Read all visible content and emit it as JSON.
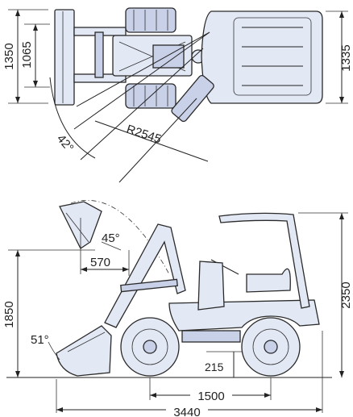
{
  "top_view": {
    "dim_bucket_width": "1350",
    "dim_tread_width": "1065",
    "dim_body_width": "1335",
    "dim_articulation_angle": "42°",
    "dim_turning_radius": "R2545"
  },
  "side_view": {
    "dim_dump_angle": "45°",
    "dim_dump_reach": "570",
    "dim_dump_height": "1850",
    "dim_rollback_angle": "51°",
    "dim_overall_height": "2350",
    "dim_ground_clearance": "215",
    "dim_wheelbase": "1500",
    "dim_overall_length": "3440"
  },
  "colors": {
    "body_fill": "#e3e8f5",
    "body_dark": "#c9d1e8",
    "line": "#222222"
  }
}
